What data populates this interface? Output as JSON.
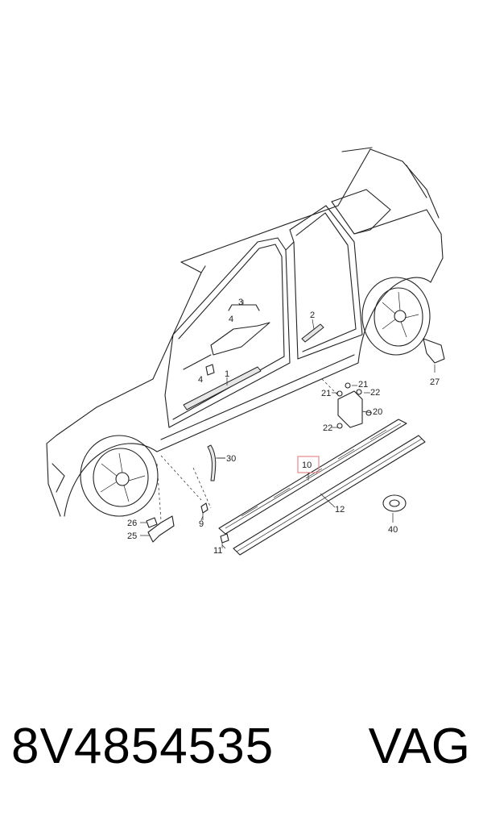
{
  "callouts": {
    "c1": "1",
    "c2": "2",
    "c3": "3",
    "c4a": "4",
    "c4b": "4",
    "c9": "9",
    "c10": "10",
    "c11": "11",
    "c12": "12",
    "c20": "20",
    "c21a": "21",
    "c21b": "21",
    "c22a": "22",
    "c22b": "22",
    "c25": "25",
    "c26": "26",
    "c27": "27",
    "c30": "30",
    "c40": "40"
  },
  "footer": {
    "part_number": "8V4854535",
    "brand": "VAG"
  },
  "colors": {
    "highlight_box": "#e58a8a",
    "line": "#222222"
  }
}
